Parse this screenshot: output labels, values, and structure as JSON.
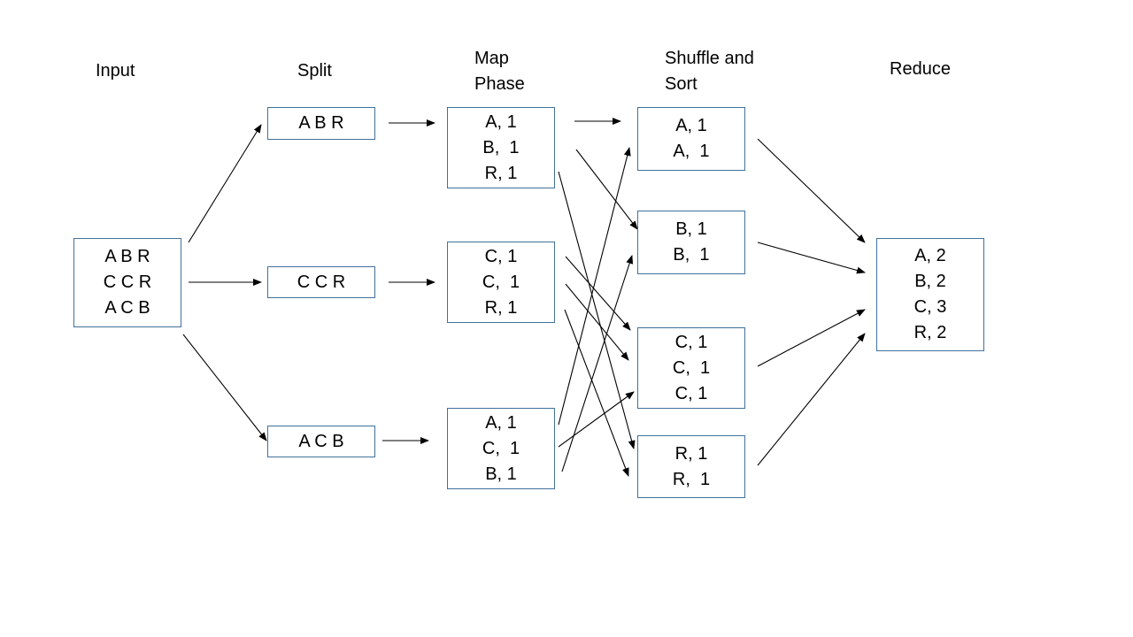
{
  "labels": {
    "input": "Input",
    "split": "Split",
    "map": "Map\nPhase",
    "shuffle": "Shuffle and\nSort",
    "reduce": "Reduce"
  },
  "nodes": {
    "input": {
      "lines": [
        "A B R",
        "C C R",
        "A C B"
      ]
    },
    "split_1": {
      "lines": [
        "A B R"
      ]
    },
    "split_2": {
      "lines": [
        "C C R"
      ]
    },
    "split_3": {
      "lines": [
        "A C B"
      ]
    },
    "map_1": {
      "lines": [
        "A, 1",
        "B,  1",
        "R, 1"
      ]
    },
    "map_2": {
      "lines": [
        "C, 1",
        "C,  1",
        "R, 1"
      ]
    },
    "map_3": {
      "lines": [
        "A, 1",
        "C,  1",
        "B, 1"
      ]
    },
    "shuffle_a": {
      "lines": [
        "A, 1",
        "A,  1"
      ]
    },
    "shuffle_b": {
      "lines": [
        "B, 1",
        "B,  1"
      ]
    },
    "shuffle_c": {
      "lines": [
        "C, 1",
        "C,  1",
        "C, 1"
      ]
    },
    "shuffle_r": {
      "lines": [
        "R, 1",
        "R,  1"
      ]
    },
    "reduce": {
      "lines": [
        "A, 2",
        "B, 2",
        "C, 3",
        "R, 2"
      ]
    }
  },
  "colors": {
    "box_border": "#41719c",
    "arrow": "#000000",
    "text": "#000000"
  }
}
